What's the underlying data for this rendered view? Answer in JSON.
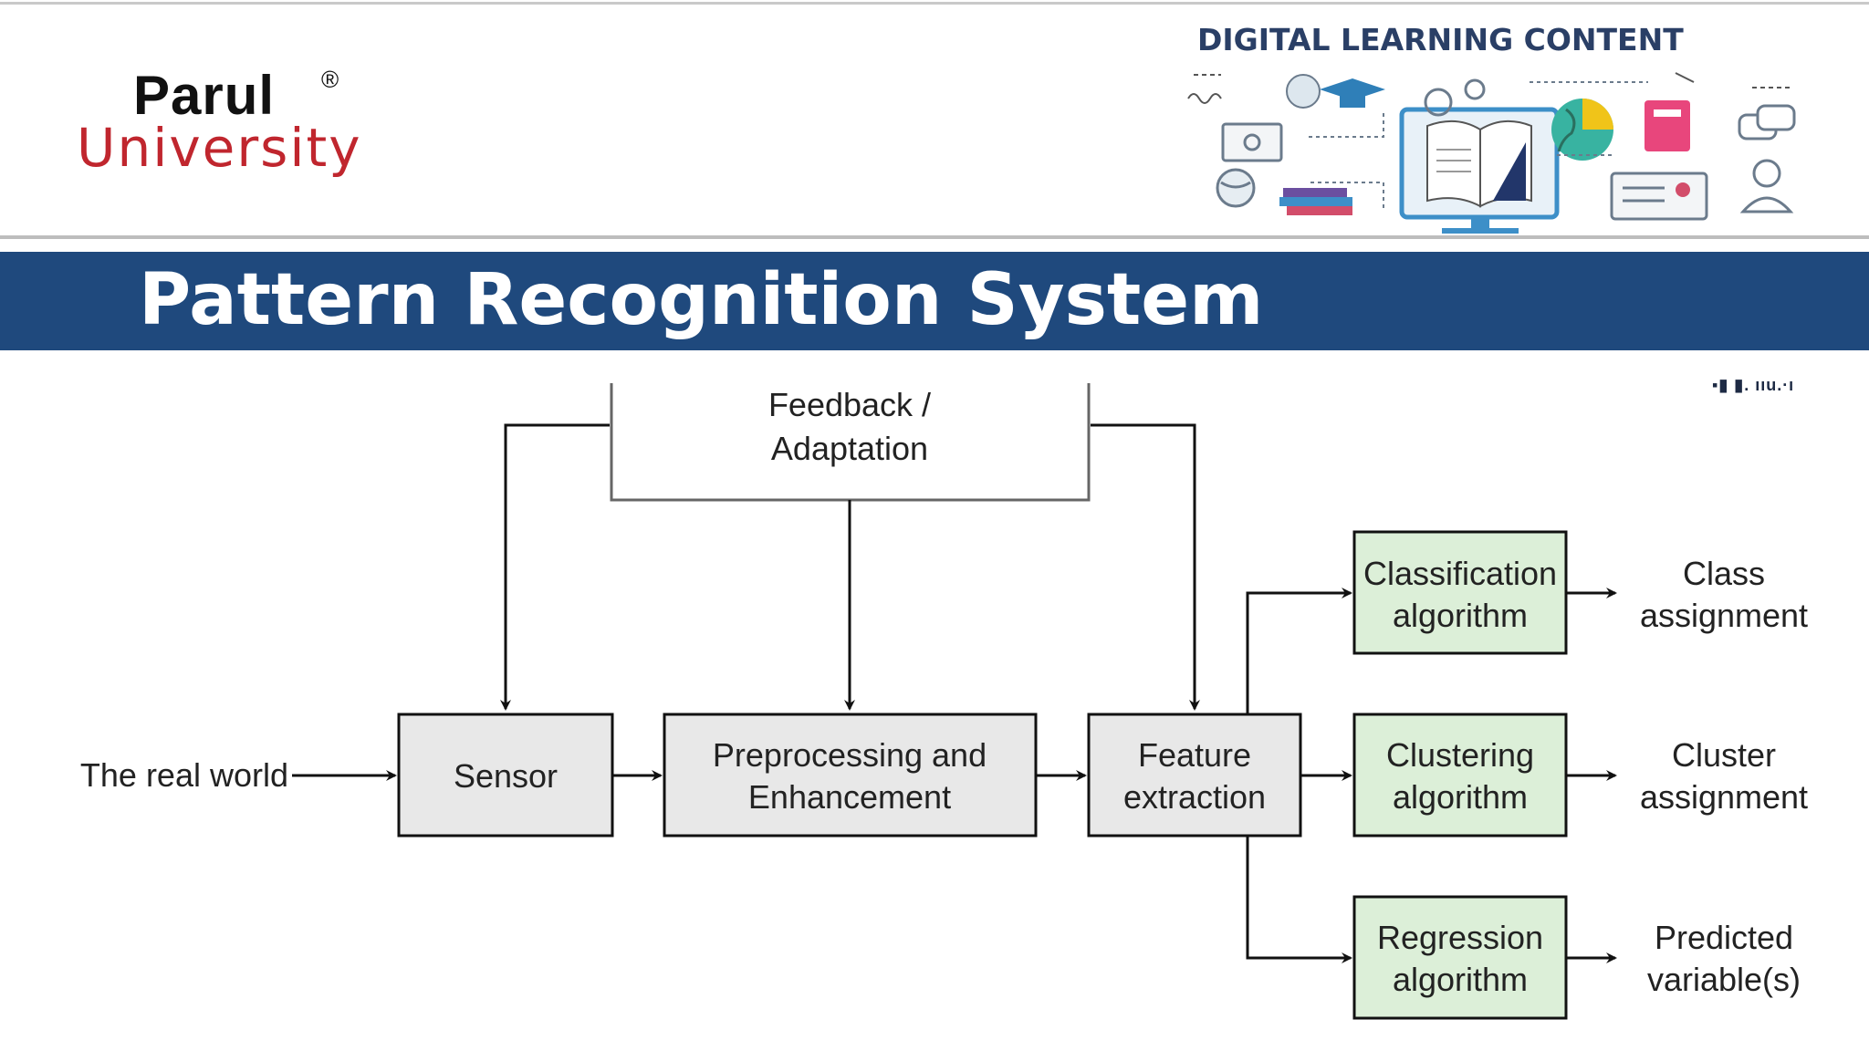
{
  "header": {
    "logo": {
      "name": "Parul",
      "registered": "®",
      "sub": "University"
    },
    "dlc_title": "DIGITAL LEARNING CONTENT"
  },
  "slide": {
    "title": "Pattern Recognition System"
  },
  "diagram": {
    "feedback_box": [
      "Feedback /",
      "Adaptation"
    ],
    "input_label": "The real world",
    "sensor": "Sensor",
    "preprocessing": [
      "Preprocessing and",
      "Enhancement"
    ],
    "feature_extraction": [
      "Feature",
      "extraction"
    ],
    "classification": [
      "Classification",
      "algorithm"
    ],
    "clustering": [
      "Clustering",
      "algorithm"
    ],
    "regression": [
      "Regression",
      "algorithm"
    ],
    "class_output": [
      "Class",
      "assignment"
    ],
    "cluster_output": [
      "Cluster",
      "assignment"
    ],
    "regression_output": [
      "Predicted",
      "variable(s)"
    ],
    "colors": {
      "gray_box": "#e8e8e8",
      "green_box": "#dcefd8",
      "stroke": "#111111"
    }
  }
}
